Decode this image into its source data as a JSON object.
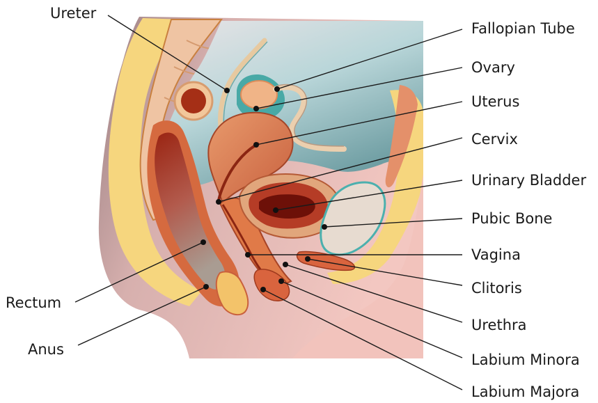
{
  "diagram": {
    "labels": {
      "ureter": "Ureter",
      "fallopian_tube": "Fallopian Tube",
      "ovary": "Ovary",
      "uterus": "Uterus",
      "cervix": "Cervix",
      "urinary_bladder": "Urinary Bladder",
      "pubic_bone": "Pubic Bone",
      "vagina": "Vagina",
      "clitoris": "Clitoris",
      "urethra": "Urethra",
      "labium_minora": "Labium Minora",
      "labium_majora": "Labium Majora",
      "rectum": "Rectum",
      "anus": "Anus"
    }
  }
}
